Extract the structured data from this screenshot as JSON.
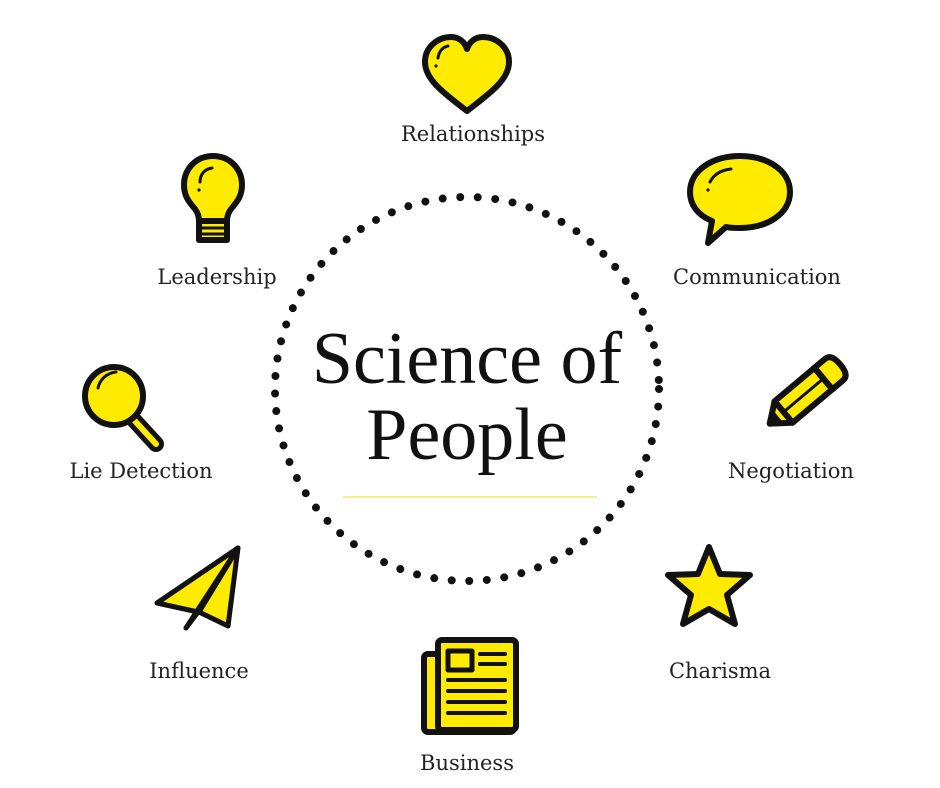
{
  "title": {
    "line1": "Science of",
    "line2": "People"
  },
  "topics": {
    "relationships": "Relationships",
    "communication": "Communication",
    "negotiation": "Negotiation",
    "charisma": "Charisma",
    "business": "Business",
    "influence": "Influence",
    "lie_detection": "Lie Detection",
    "leadership": "Leadership"
  },
  "colors": {
    "accent": "#FFEB00",
    "outline": "#111111",
    "divider": "#F5F08A",
    "text": "#222222"
  },
  "icons": {
    "relationships": "heart-icon",
    "communication": "speech-bubble-icon",
    "negotiation": "pencil-icon",
    "charisma": "star-icon",
    "business": "newspaper-icon",
    "influence": "paper-plane-icon",
    "lie_detection": "magnifying-glass-icon",
    "leadership": "lightbulb-icon"
  }
}
